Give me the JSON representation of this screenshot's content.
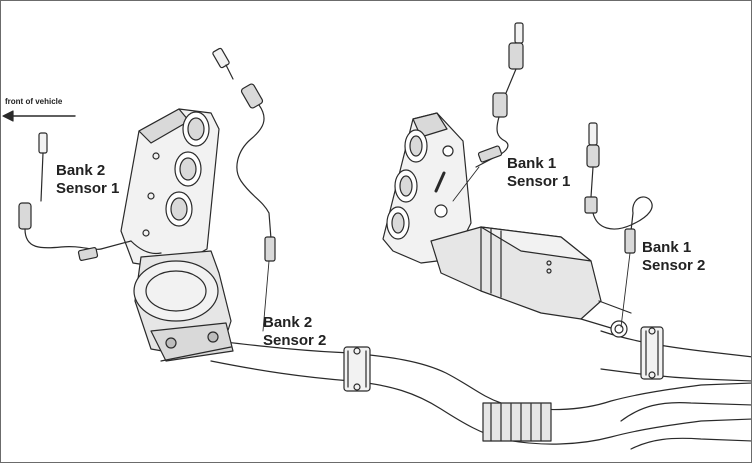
{
  "labels": {
    "front": "front of vehicle",
    "b2s1_l1": "Bank 2",
    "b2s1_l2": "Sensor 1",
    "b2s2_l1": "Bank 2",
    "b2s2_l2": "Sensor 2",
    "b1s1_l1": "Bank 1",
    "b1s1_l2": "Sensor 1",
    "b1s2_l1": "Bank 1",
    "b1s2_l2": "Sensor 2"
  },
  "colors": {
    "line": "#2a2a2a",
    "fill_light": "#f2f2f2",
    "fill_mid": "#d9d9d9",
    "fill_dark": "#bdbdbd"
  }
}
